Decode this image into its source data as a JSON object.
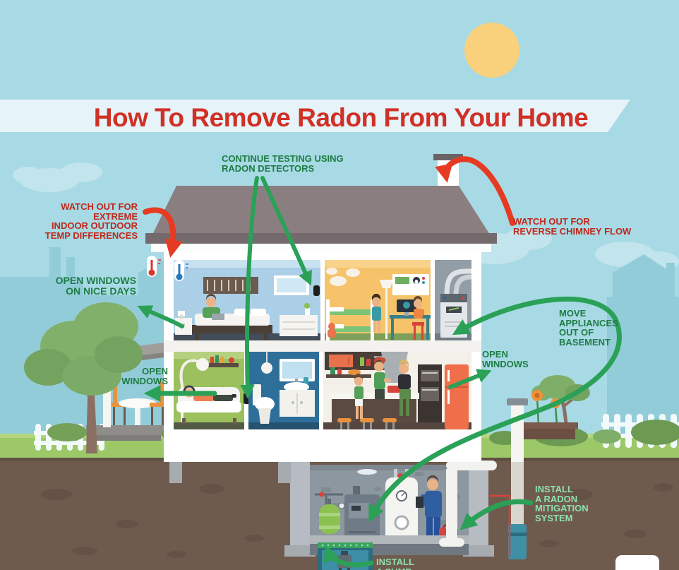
{
  "title": "How To Remove Radon From Your Home",
  "labels": {
    "continue_testing": "CONTINUE TESTING USING\nRADON DETECTORS",
    "temp_differences": "WATCH OUT FOR\nEXTREME\nINDOOR OUTDOOR\nTEMP DIFFERENCES",
    "open_windows_nice_days": "OPEN WINDOWS\nON NICE DAYS",
    "open_windows_left": "OPEN\nWINDOWS",
    "reverse_chimney": "WATCH OUT FOR\nREVERSE CHIMNEY FLOW",
    "move_appliances": "MOVE\nAPPLIANCES\nOUT OF\nBASEMENT",
    "open_windows_right": "OPEN\nWINDOWS",
    "install_mitigation": "INSTALL\nA RADON\nMITIGATION\nSYSTEM",
    "install_sump": "INSTALL\nA SUMP"
  },
  "colors": {
    "title_red": "#d03026",
    "label_green": "#1e7c44",
    "label_red": "#c0281c",
    "label_mint": "#8ee0ac",
    "arrow_green": "#2aa157",
    "arrow_red": "#e63a22",
    "sky": "#a7dae4",
    "title_band": "#e6f3f8",
    "grass": "#9cc868",
    "soil": "#6f5b4e",
    "sun": "#f9d17c"
  }
}
